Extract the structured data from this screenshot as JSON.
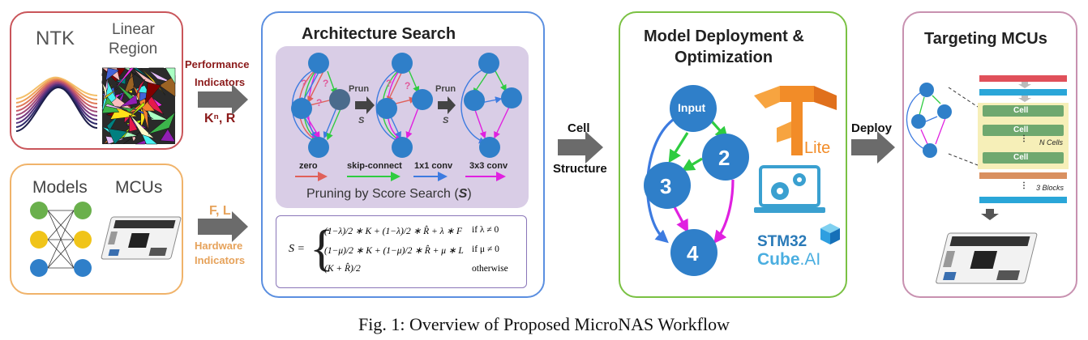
{
  "colors": {
    "ntk_border": "#c9555a",
    "hw_border": "#f0b36a",
    "search_border": "#5b8fe0",
    "deploy_border": "#7ac143",
    "target_border": "#c891b0",
    "node_blue": "#2f7fc9",
    "perf_text": "#8b1a1a",
    "hw_text": "#e6a25a",
    "arrow_gray": "#6b6b6b",
    "panel_purple": "#d9cde6"
  },
  "left_top": {
    "ntk_label": "NTK",
    "region_label_1": "Linear",
    "region_label_2": "Region"
  },
  "left_bottom": {
    "models_label": "Models",
    "mcus_label": "MCUs"
  },
  "perf_arrow": {
    "line1": "Performance",
    "line2": "Indicators",
    "symbols": "Kⁿ, R"
  },
  "hw_arrow": {
    "symbols": "F, L",
    "line1": "Hardware",
    "line2": "Indicators"
  },
  "arch_search": {
    "title": "Architecture Search",
    "prun1": "Prun",
    "s1": "S",
    "prun2": "Prun",
    "s2": "S",
    "q": "?",
    "legend": [
      "zero",
      "skip-connect",
      "1x1 conv",
      "3x3 conv"
    ],
    "caption": "Pruning by Score Search (",
    "caption_s": "S",
    "caption_end": ")",
    "formula": {
      "lhs": "S =",
      "row1": "(1−λ)/2 ∗ K + (1−λ)/2 ∗ R̂ + λ ∗ F",
      "row1_cond": "if λ ≠ 0",
      "row2": "(1−μ)/2 ∗ K + (1−μ)/2 ∗ R̂ + μ ∗ L",
      "row2_cond": "if μ ≠ 0",
      "row3": "(K + R̂)/2",
      "row3_cond": "otherwise"
    }
  },
  "cell_arrow": {
    "line1": "Cell",
    "line2": "Structure"
  },
  "deploy_box": {
    "title1": "Model Deployment &",
    "title2": "Optimization",
    "node_input": "Input",
    "node_2": "2",
    "node_3": "3",
    "node_4": "4",
    "tflite": "Lite",
    "stm_1": "STM32",
    "stm_2": "Cube",
    "stm_3": ".AI"
  },
  "deploy_arrow": {
    "label": "Deploy"
  },
  "target_box": {
    "title": "Targeting MCUs",
    "cell_label": "Cell",
    "n_cells": "N Cells",
    "n_blocks": "3 Blocks"
  },
  "caption": "Fig. 1: Overview of Proposed MicroNAS Workflow"
}
